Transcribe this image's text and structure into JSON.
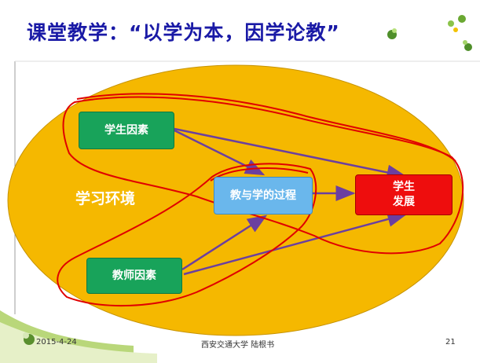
{
  "slide": {
    "title": "课堂教学：“以学为本，因学论教”",
    "environment_label": "学习环境",
    "boxes": {
      "student_factors": "学生因素",
      "teacher_factors": "教师因素",
      "process": "教与学的过程",
      "development_line1": "学生",
      "development_line2": "发展"
    },
    "footer": {
      "date": "2015-4-24",
      "center": "西安交通大学 陆根书",
      "page": "21"
    }
  },
  "colors": {
    "title": "#1a1aa6",
    "ellipse": "#f5b800",
    "green_box": "#18a35a",
    "blue_box": "#6ab7ec",
    "red_box": "#ee0d0d",
    "arrow": "#6b3fa0",
    "annotation": "#e00000"
  }
}
